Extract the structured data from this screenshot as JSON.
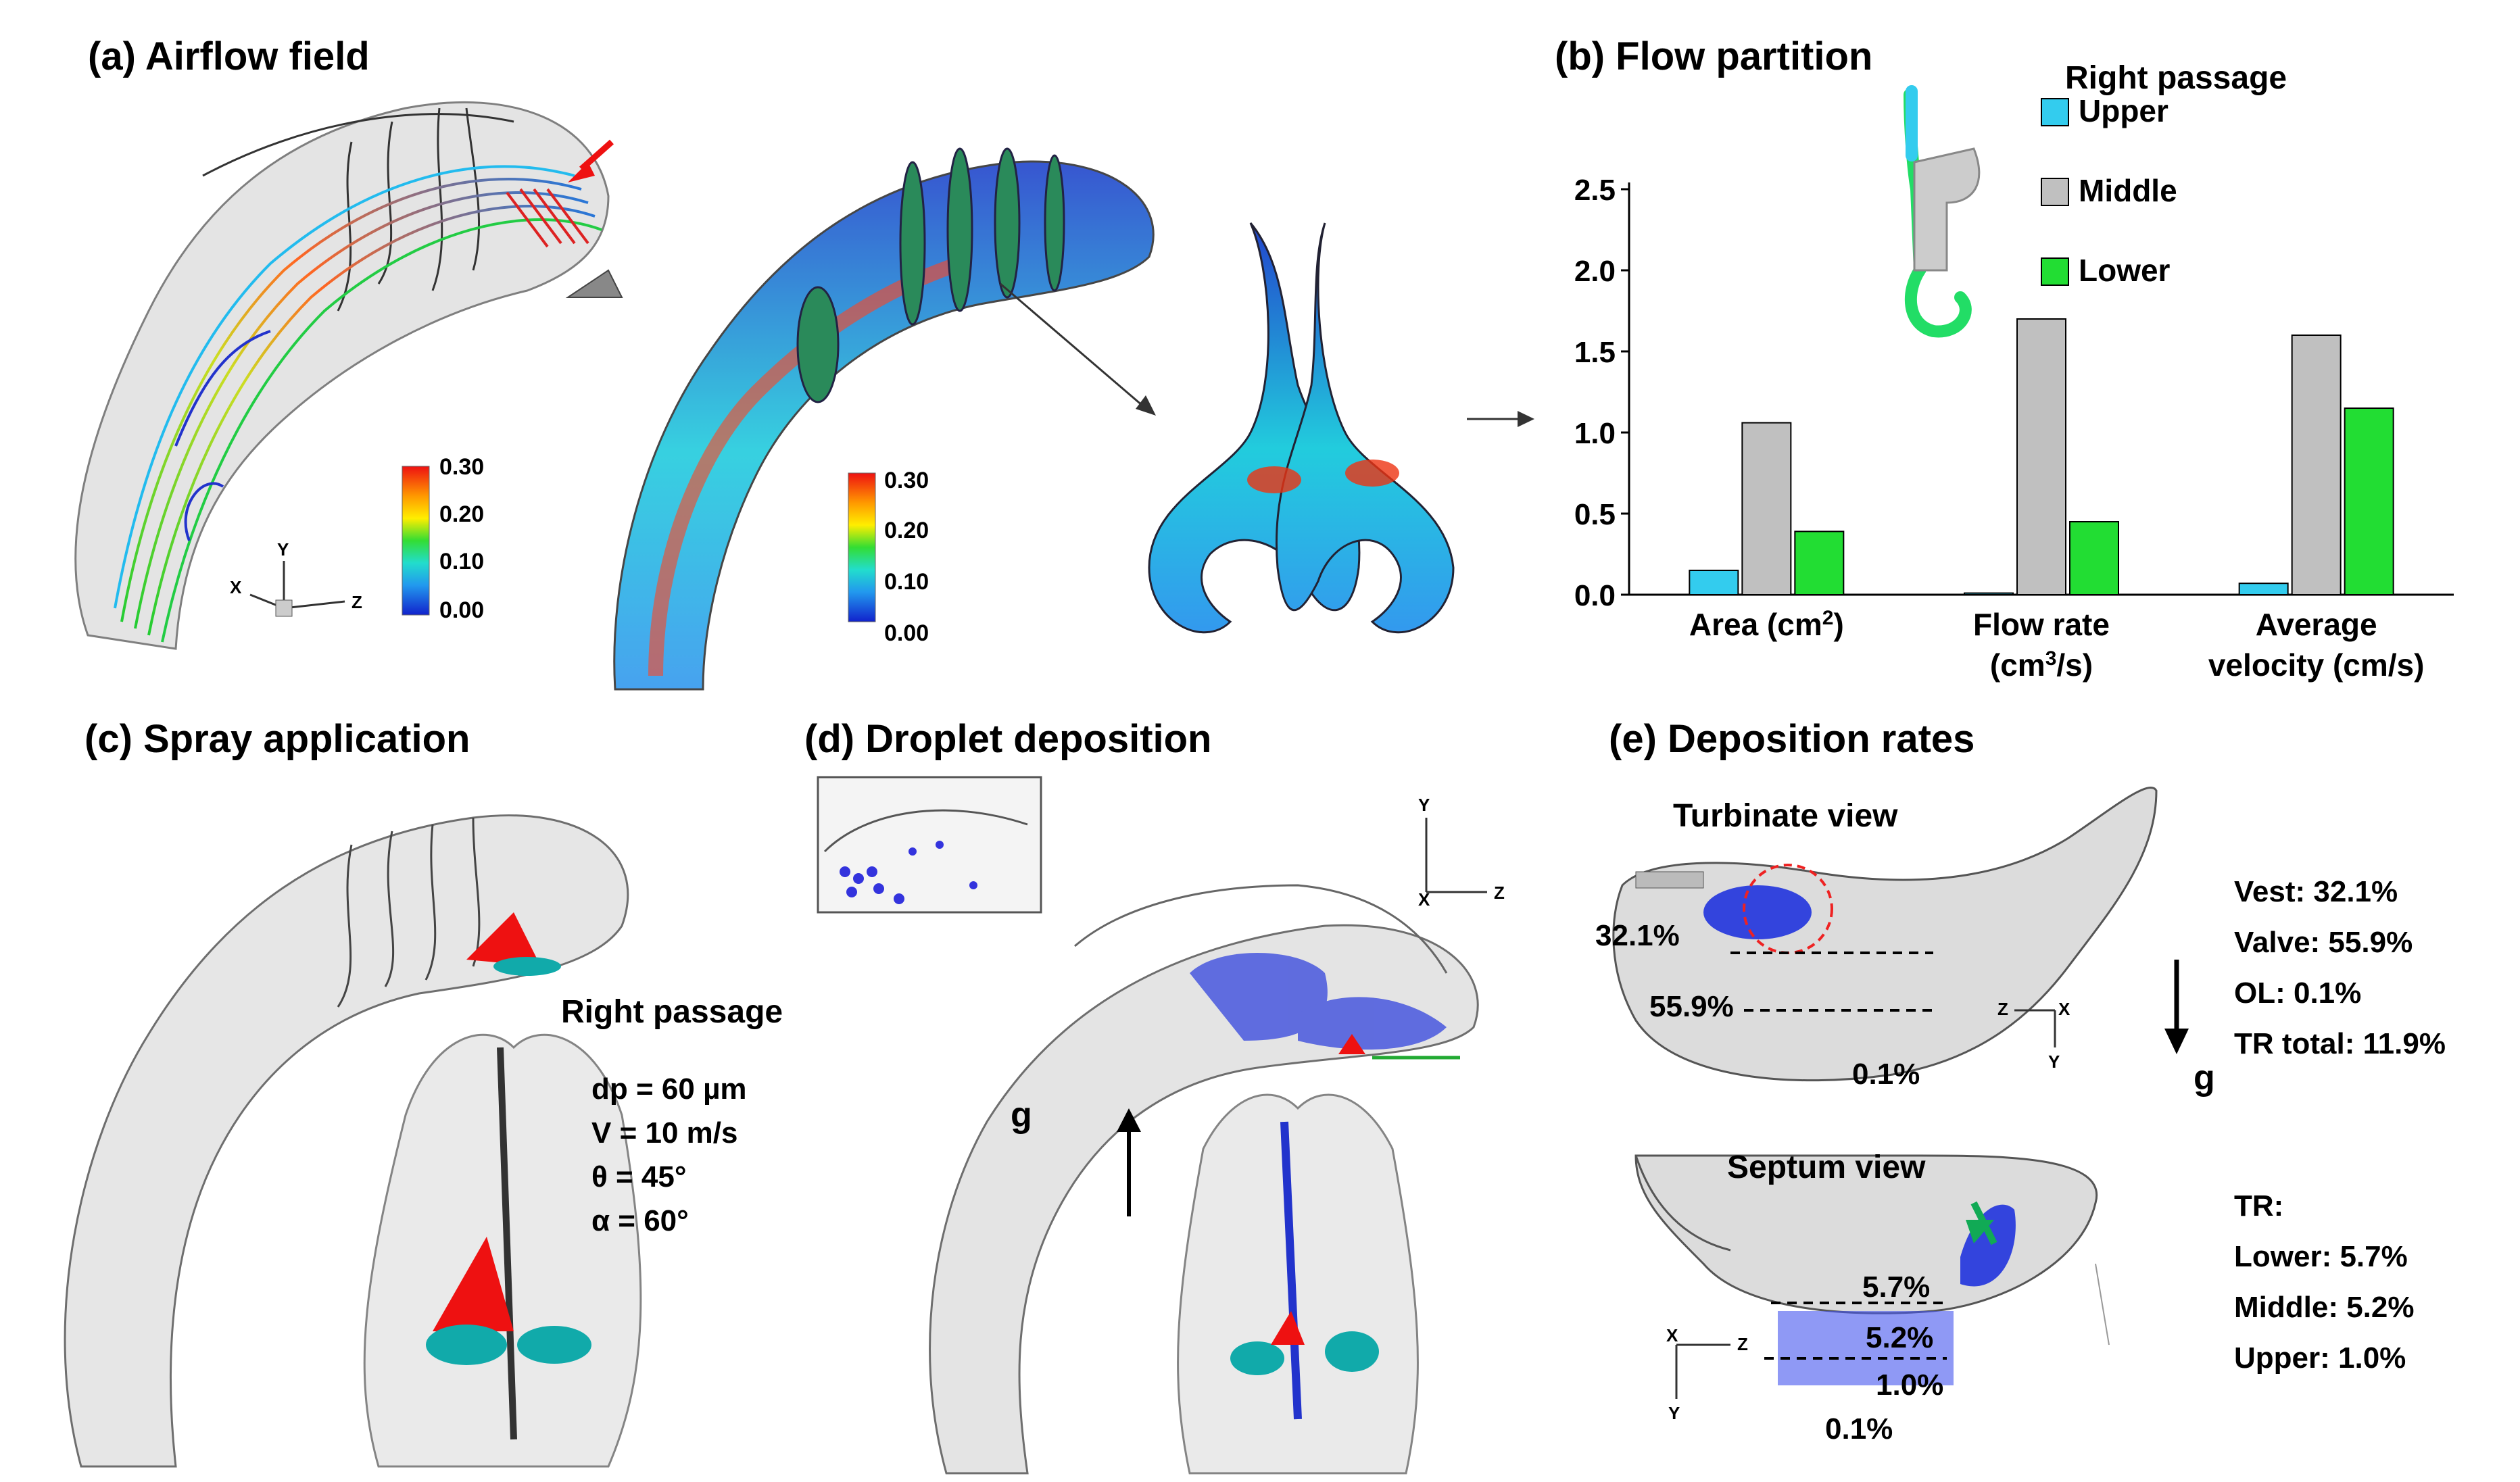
{
  "panels": {
    "a": {
      "title": "(a) Airflow field",
      "colorbar_left": [
        "0.30",
        "0.20",
        "0.10",
        "0.00"
      ],
      "colorbar_right": [
        "0.30",
        "0.20",
        "0.10",
        "0.00"
      ],
      "axis_labels": [
        "Y",
        "X",
        "Z"
      ]
    },
    "b": {
      "title": "(b) Flow partition",
      "subtitle": "Right passage",
      "legend": [
        "Upper",
        "Middle",
        "Lower"
      ]
    },
    "c": {
      "title": "(c) Spray application",
      "label": "Right passage",
      "params": [
        "dp = 60 µm",
        "V = 10 m/s",
        "θ = 45°",
        "α = 60°"
      ]
    },
    "d": {
      "title": "(d) Droplet deposition",
      "gravity": "g",
      "axis_labels": [
        "Y",
        "X",
        "Z"
      ]
    },
    "e": {
      "title": "(e) Deposition rates",
      "turbinate_view": "Turbinate view",
      "septum_view": "Septum view",
      "turb_labels": [
        "32.1%",
        "55.9%",
        "0.1%"
      ],
      "septum_labels": [
        "5.7%",
        "5.2%",
        "1.0%",
        "0.1%"
      ],
      "gravity": "g",
      "rates": [
        "Vest: 32.1%",
        "Valve: 55.9%",
        "OL: 0.1%",
        "TR total: 11.9%"
      ],
      "tr_rates": [
        "TR:",
        "Lower: 5.7%",
        "Middle: 5.2%",
        "Upper: 1.0%"
      ],
      "axis_labels_top": [
        "Z",
        "X",
        "Y"
      ],
      "axis_labels_bottom": [
        "X",
        "Z",
        "Y"
      ]
    }
  },
  "chart_data": {
    "type": "bar",
    "subtitle": "Right passage",
    "categories": [
      "Area (cm2)",
      "Flow rate (cm3/s)",
      "Average velocity (cm/s)"
    ],
    "category_labels": [
      {
        "line1": "Area (cm",
        "sup1": "2",
        "tail1": ")",
        "line2": "",
        "sup2": "",
        "tail2": ""
      },
      {
        "line1": "Flow rate",
        "sup1": "",
        "tail1": "",
        "line2": "(cm",
        "sup2": "3",
        "tail2": "/s)"
      },
      {
        "line1": "Average",
        "sup1": "",
        "tail1": "",
        "line2": "velocity (cm/s)",
        "sup2": "",
        "tail2": ""
      }
    ],
    "series": [
      {
        "name": "Upper",
        "color": "#33ccee",
        "values": [
          0.15,
          0.01,
          0.07
        ]
      },
      {
        "name": "Middle",
        "color": "#c0c0c0",
        "values": [
          1.06,
          1.7,
          1.6
        ]
      },
      {
        "name": "Lower",
        "color": "#22dd33",
        "values": [
          0.39,
          0.45,
          1.15
        ]
      }
    ],
    "ylim": [
      0,
      2.5
    ],
    "yticks": [
      "0.0",
      "0.5",
      "1.0",
      "1.5",
      "2.0",
      "2.5"
    ],
    "legend_position": "top-center",
    "grid": false
  }
}
